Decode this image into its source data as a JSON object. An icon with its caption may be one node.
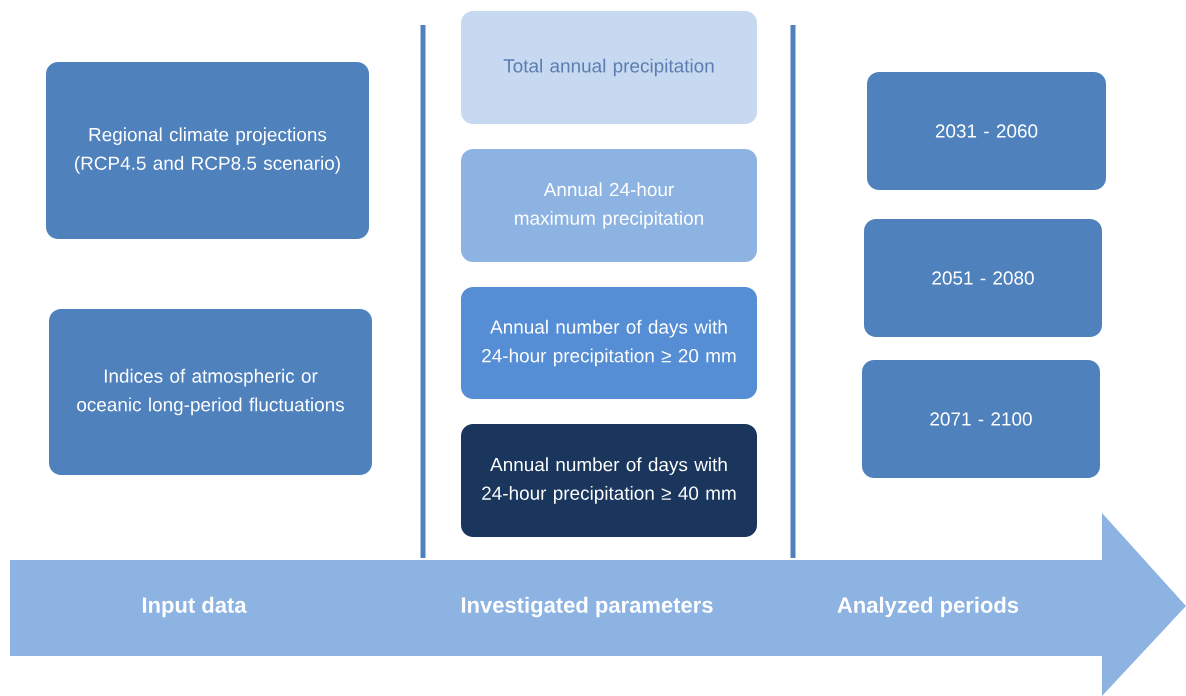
{
  "diagram": {
    "nodes": [
      {
        "text": [
          "Regional climate projections (RCP4.5 and RCP8.5 scenario)"
        ]
      },
      {
        "text": [
          "Indices of atmospheric or oceanic long-period fluctuations"
        ]
      },
      {
        "text": [
          "Total annual precipitation"
        ]
      },
      {
        "text": [
          "Annual 24-hour maximum precipitation"
        ]
      },
      {
        "text": [
          "Annual number of days with 24-hour precipitation ≥ 20 mm"
        ]
      },
      {
        "text": [
          "Annual number of days with 24-hour precipitation ≥ 40 mm"
        ]
      },
      {
        "text": [
          "2031 - 2060"
        ]
      },
      {
        "text": [
          "2051 - 2080"
        ]
      },
      {
        "text": [
          "2071 - 2100"
        ]
      },
      {
        "text": [
          "Input data",
          "Investigated parameters",
          "Analyzed periods"
        ]
      }
    ],
    "edges": []
  }
}
